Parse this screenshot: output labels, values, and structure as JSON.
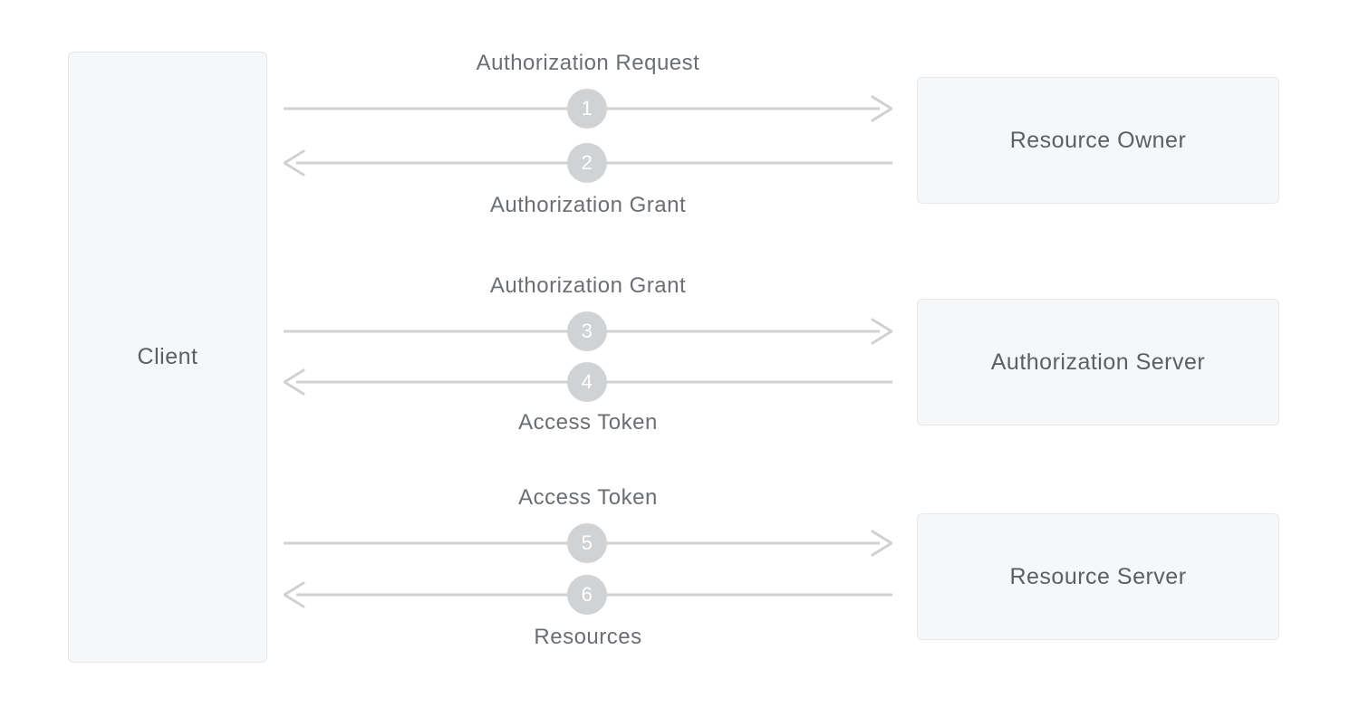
{
  "colors": {
    "background": "#ffffff",
    "box_fill": "#f6f7f8",
    "box_border": "#e7e8ea",
    "line": "#cfd1d3",
    "badge_fill": "#d0d2d4",
    "badge_text": "#ffffff",
    "label_text": "#6b6f73",
    "box_label_text": "#5c6064"
  },
  "client_box": {
    "label": "Client"
  },
  "actor_boxes": [
    {
      "label": "Resource Owner"
    },
    {
      "label": "Authorization Server"
    },
    {
      "label": "Resource Server"
    }
  ],
  "exchanges": [
    {
      "request_label": "Authorization Request",
      "request_step": "1",
      "response_step": "2",
      "response_label": "Authorization Grant"
    },
    {
      "request_label": "Authorization Grant",
      "request_step": "3",
      "response_step": "4",
      "response_label": "Access Token"
    },
    {
      "request_label": "Access Token",
      "request_step": "5",
      "response_step": "6",
      "response_label": "Resources"
    }
  ]
}
